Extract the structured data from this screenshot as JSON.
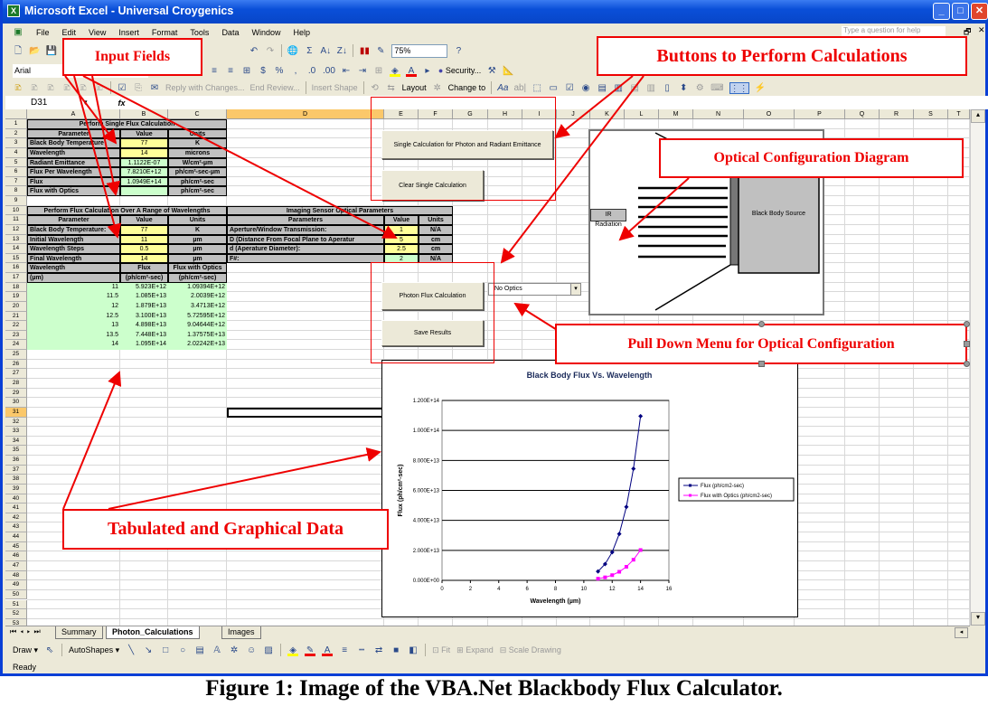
{
  "window": {
    "title": "Microsoft Excel - Universal Croygenics",
    "help_placeholder": "Type a question for help"
  },
  "menu": [
    "File",
    "Edit",
    "View",
    "Insert",
    "Format",
    "Tools",
    "Data",
    "Window",
    "Help"
  ],
  "toolbar": {
    "zoom": "75%",
    "font": "Arial",
    "security": "Security...",
    "reply": "Reply with Changes...",
    "end_review": "End Review...",
    "insert_shape": "Insert Shape",
    "layout": "Layout",
    "change_to": "Change to"
  },
  "formula_bar": {
    "name_box": "D31",
    "fx": "fx",
    "value": ""
  },
  "columns": [
    "A",
    "B",
    "C",
    "D",
    "E",
    "F",
    "G",
    "H",
    "I",
    "J",
    "K",
    "L",
    "M",
    "N",
    "O",
    "P",
    "Q",
    "R",
    "S",
    "T"
  ],
  "row_count": 53,
  "single_flux": {
    "title": "Perform Single Flux Calculation",
    "headers": [
      "Parameter",
      "Value",
      "Units"
    ],
    "rows": [
      {
        "label": "Black Body Temperature",
        "value": "77",
        "unit": "K",
        "kind": "input"
      },
      {
        "label": "Wavelength",
        "value": "14",
        "unit": "microns",
        "kind": "input"
      },
      {
        "label": "Radiant Emittance",
        "value": "1.1122E-07",
        "unit": "W/cm²-µm",
        "kind": "output"
      },
      {
        "label": "Flux Per Wavelength",
        "value": "7.8210E+12",
        "unit": "ph/cm²-sec-µm",
        "kind": "output"
      },
      {
        "label": "Flux",
        "value": "1.0949E+14",
        "unit": "ph/cm²-sec",
        "kind": "output"
      },
      {
        "label": "Flux with Optics",
        "value": "",
        "unit": "ph/cm²-sec",
        "kind": "output"
      }
    ]
  },
  "range_flux": {
    "title": "Perform Flux Calculation Over A Range of Wavelengths",
    "headers": [
      "Parameter",
      "Value",
      "Units"
    ],
    "rows": [
      {
        "label": "Black Body Temperature:",
        "value": "77",
        "unit": "K"
      },
      {
        "label": "Initial Wavelength",
        "value": "11",
        "unit": "µm"
      },
      {
        "label": "Wavelength Steps",
        "value": "0.5",
        "unit": "µm"
      },
      {
        "label": "Final Wavelength",
        "value": "14",
        "unit": "µm"
      }
    ],
    "table_headers": [
      [
        "Wavelength",
        "Flux",
        "Flux with Optics"
      ],
      [
        "(µm)",
        "(ph/cm²-sec)",
        "(ph/cm²-sec)"
      ]
    ],
    "data": [
      [
        "11",
        "5.923E+12",
        "1.09394E+12"
      ],
      [
        "11.5",
        "1.085E+13",
        "2.0039E+12"
      ],
      [
        "12",
        "1.879E+13",
        "3.4713E+12"
      ],
      [
        "12.5",
        "3.100E+13",
        "5.72595E+12"
      ],
      [
        "13",
        "4.898E+13",
        "9.04644E+12"
      ],
      [
        "13.5",
        "7.448E+13",
        "1.37575E+13"
      ],
      [
        "14",
        "1.095E+14",
        "2.02242E+13"
      ]
    ]
  },
  "sensor": {
    "title": "Imaging Sensor Optical Parameters",
    "headers": [
      "Parameters",
      "Value",
      "Units"
    ],
    "rows": [
      {
        "label": "Aperture/Window Transmission:",
        "value": "1",
        "unit": "N/A",
        "kind": "input"
      },
      {
        "label": "D (Distance From Focal Plane to Aperatur",
        "value": "5",
        "unit": "cm",
        "kind": "input"
      },
      {
        "label": "d (Aperature Diameter):",
        "value": "2.5",
        "unit": "cm",
        "kind": "input"
      },
      {
        "label": "F#:",
        "value": "2",
        "unit": "N/A",
        "kind": "output"
      }
    ]
  },
  "buttons": {
    "single_calc": "Single Calculation for Photon and Radiant Emittance",
    "clear_single": "Clear Single Calculation",
    "photon_flux": "Photon Flux Calculation",
    "save_results": "Save Results"
  },
  "optics_dropdown": {
    "selected": "No Optics"
  },
  "diagram": {
    "ir_label": "IR Radiation",
    "source_label": "Black Body Source"
  },
  "chart_data": {
    "type": "line",
    "title": "Black Body Flux Vs. Wavelength",
    "xlabel": "Wavelength (µm)",
    "ylabel": "Flux (ph/cm²-sec)",
    "xlim": [
      0,
      16
    ],
    "xticks": [
      0,
      2,
      4,
      6,
      8,
      10,
      12,
      14,
      16
    ],
    "ylim": [
      0,
      120000000000000.0
    ],
    "yticks": [
      0,
      20000000000000.0,
      40000000000000.0,
      60000000000000.0,
      80000000000000.0,
      100000000000000.0,
      120000000000000.0
    ],
    "ytick_labels": [
      "0.000E+00",
      "2.000E+13",
      "4.000E+13",
      "6.000E+13",
      "8.000E+13",
      "1.000E+14",
      "1.200E+14"
    ],
    "grid": "horizontal",
    "legend_position": "right",
    "x": [
      11,
      11.5,
      12,
      12.5,
      13,
      13.5,
      14
    ],
    "series": [
      {
        "name": "Flux (ph/cm2-sec)",
        "color": "#000080",
        "values": [
          5923000000000.0,
          10850000000000.0,
          18790000000000.0,
          31000000000000.0,
          48980000000000.0,
          74480000000000.0,
          109500000000000.0
        ]
      },
      {
        "name": "Flux with Optics (ph/cm2-sec)",
        "color": "#ff00ff",
        "values": [
          1093940000000.0,
          2003900000000.0,
          3471300000000.0,
          5725950000000.0,
          9046440000000.0,
          13757500000000.0,
          20224200000000.0
        ]
      }
    ]
  },
  "annotations": {
    "input_fields": "Input Fields",
    "buttons": "Buttons to Perform Calculations",
    "optical": "Optical Configuration Diagram",
    "pulldown": "Pull Down Menu for Optical Configuration",
    "tabulated": "Tabulated and Graphical Data"
  },
  "sheet_tabs": [
    "Summary",
    "Photon_Calculations",
    "Images"
  ],
  "active_tab": "Photon_Calculations",
  "draw_toolbar": {
    "draw": "Draw",
    "autoshapes": "AutoShapes",
    "fit": "Fit",
    "expand": "Expand",
    "scale": "Scale Drawing"
  },
  "status": "Ready",
  "caption": "Figure 1:  Image of the VBA.Net Blackbody Flux Calculator.",
  "colors": {
    "input": "#ffff99",
    "output": "#ccffcc",
    "header": "#c0c0c0",
    "annotation": "#ee0000",
    "titlebar": "#0a4fd8"
  }
}
